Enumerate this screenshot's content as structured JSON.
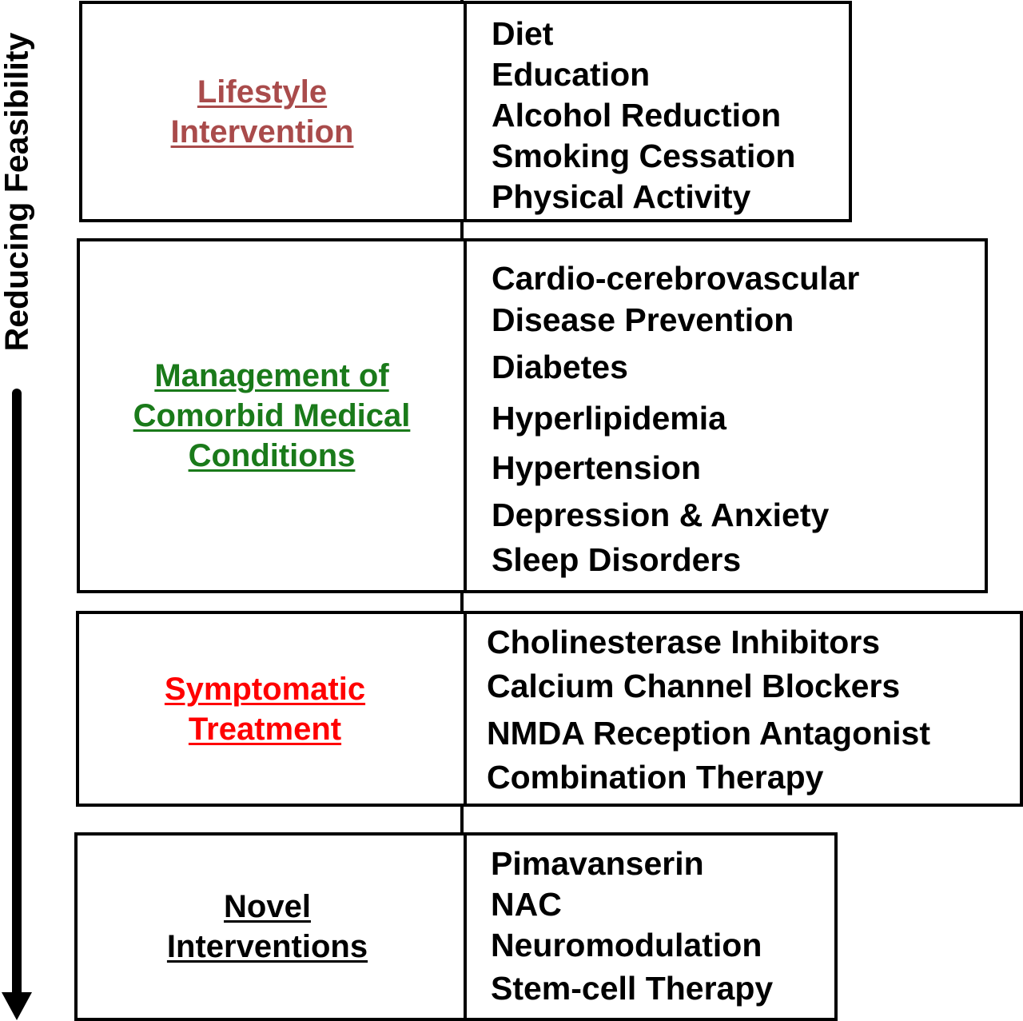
{
  "axis": {
    "label": "Reducing Feasibility"
  },
  "colors": {
    "lifestyle": "#a94b4b",
    "comorbid": "#1a7a1a",
    "symptomatic": "#ff0000",
    "novel": "#000000"
  },
  "tiers": [
    {
      "category": "Lifestyle Intervention",
      "items": [
        "Diet",
        "Education",
        "Alcohol Reduction",
        "Smoking Cessation",
        "Physical Activity"
      ]
    },
    {
      "category": "Management of Comorbid Medical Conditions",
      "items": [
        "Cardio-cerebrovascular",
        "Disease Prevention",
        "Diabetes",
        "Hyperlipidemia",
        "Hypertension",
        "Depression & Anxiety",
        "Sleep Disorders"
      ]
    },
    {
      "category": "Symptomatic Treatment",
      "items": [
        "Cholinesterase Inhibitors",
        "Calcium Channel Blockers",
        "NMDA Reception Antagonist",
        "Combination Therapy"
      ]
    },
    {
      "category": "Novel Interventions",
      "items": [
        "Pimavanserin",
        "NAC",
        "Neuromodulation",
        "Stem-cell Therapy"
      ]
    }
  ]
}
